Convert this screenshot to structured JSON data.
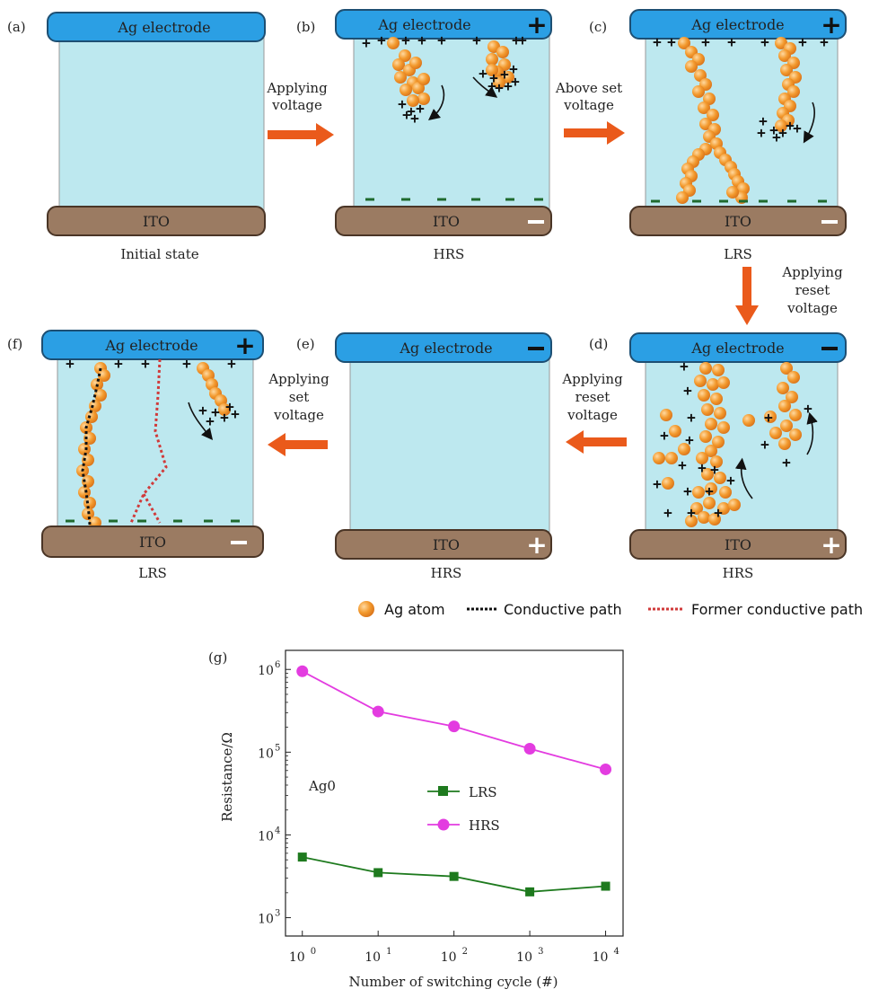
{
  "panels": {
    "a": {
      "tag": "(a)",
      "top_label": "Ag electrode",
      "bottom_label": "ITO",
      "state": "Initial state"
    },
    "b": {
      "tag": "(b)",
      "top_label": "Ag electrode",
      "bottom_label": "ITO",
      "state": "HRS"
    },
    "c": {
      "tag": "(c)",
      "top_label": "Ag electrode",
      "bottom_label": "ITO",
      "state": "LRS"
    },
    "d": {
      "tag": "(d)",
      "top_label": "Ag electrode",
      "bottom_label": "ITO",
      "state": "HRS"
    },
    "e": {
      "tag": "(e)",
      "top_label": "Ag electrode",
      "bottom_label": "ITO",
      "state": "HRS"
    },
    "f": {
      "tag": "(f)",
      "top_label": "Ag electrode",
      "bottom_label": "ITO",
      "state": "LRS"
    }
  },
  "arrows": {
    "ab": [
      "Applying",
      "voltage"
    ],
    "bc": [
      "Above set",
      "voltage"
    ],
    "cd": [
      "Applying",
      "reset",
      "voltage"
    ],
    "de": [
      "Applying",
      "reset",
      "voltage"
    ],
    "ef": [
      "Applying",
      "set",
      "voltage"
    ]
  },
  "legend": {
    "atom": "Ag atom",
    "path": "Conductive path",
    "former": "Former conductive path"
  },
  "colors": {
    "electrode_top": "#2b9fe4",
    "electrode_bottom": "#9b7b62",
    "medium": "#bde8ef",
    "atom": "#f39a2e",
    "arrow": "#ea5a1b",
    "lrs": "#1e7a1e",
    "hrs": "#e33ce0"
  },
  "chart_data": {
    "type": "line",
    "tag": "(g)",
    "xlabel": "Number of switching cycle (#)",
    "ylabel": "Resistance/Ω",
    "annotation": "Ag0",
    "x_scale": "log",
    "y_scale": "log",
    "x": [
      1,
      10,
      100,
      1000,
      10000
    ],
    "x_tick_base": "10",
    "x_tick_exp": [
      "0",
      "1",
      "2",
      "3",
      "4"
    ],
    "y_tick_base": "10",
    "y_tick_exp": [
      "3",
      "4",
      "5",
      "6"
    ],
    "ylim": [
      600,
      1700000
    ],
    "xlim": [
      0.6,
      17000
    ],
    "series": [
      {
        "name": "LRS",
        "marker": "square",
        "color": "#1e7a1e",
        "values": [
          5400,
          3500,
          3150,
          2050,
          2400
        ]
      },
      {
        "name": "HRS",
        "marker": "circle",
        "color": "#e33ce0",
        "values": [
          950000,
          310000,
          205000,
          110000,
          62000
        ]
      }
    ]
  }
}
